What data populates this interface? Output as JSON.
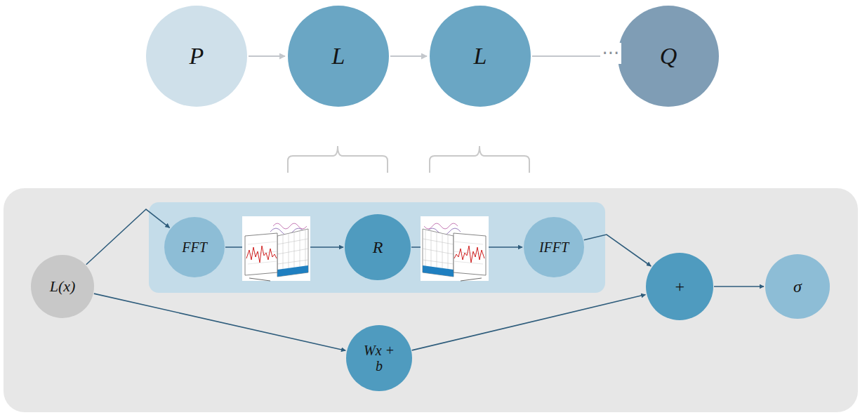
{
  "diagram": {
    "nodes": [
      {
        "text": [
          "P"
        ]
      },
      {
        "text": [
          "L"
        ]
      },
      {
        "text": [
          "L"
        ]
      },
      {
        "text": [
          "Q"
        ]
      },
      {
        "text": [
          "L(x)"
        ]
      },
      {
        "text": [
          "FFT"
        ]
      },
      {
        "text": [
          "R"
        ]
      },
      {
        "text": [
          "IFFT"
        ]
      },
      {
        "text": [
          "+"
        ]
      },
      {
        "text": [
          "σ"
        ]
      },
      {
        "text": [
          "Wx + b"
        ]
      }
    ],
    "edges": [
      {
        "from": 0,
        "to": 1,
        "arrow": "to"
      },
      {
        "from": 1,
        "to": 2,
        "arrow": "to"
      },
      {
        "from": 2,
        "to": 3,
        "arrow": "to"
      },
      {
        "from": 4,
        "to": 5,
        "arrow": "to"
      },
      {
        "from": 5,
        "to": 6,
        "arrow": "to"
      },
      {
        "from": 6,
        "to": 7,
        "arrow": "to"
      },
      {
        "from": 7,
        "to": 8,
        "arrow": "to"
      },
      {
        "from": 4,
        "to": 10,
        "arrow": "to"
      },
      {
        "from": 10,
        "to": 8,
        "arrow": "to"
      },
      {
        "from": 8,
        "to": 9,
        "arrow": "to"
      }
    ],
    "labels": [
      "···"
    ]
  }
}
